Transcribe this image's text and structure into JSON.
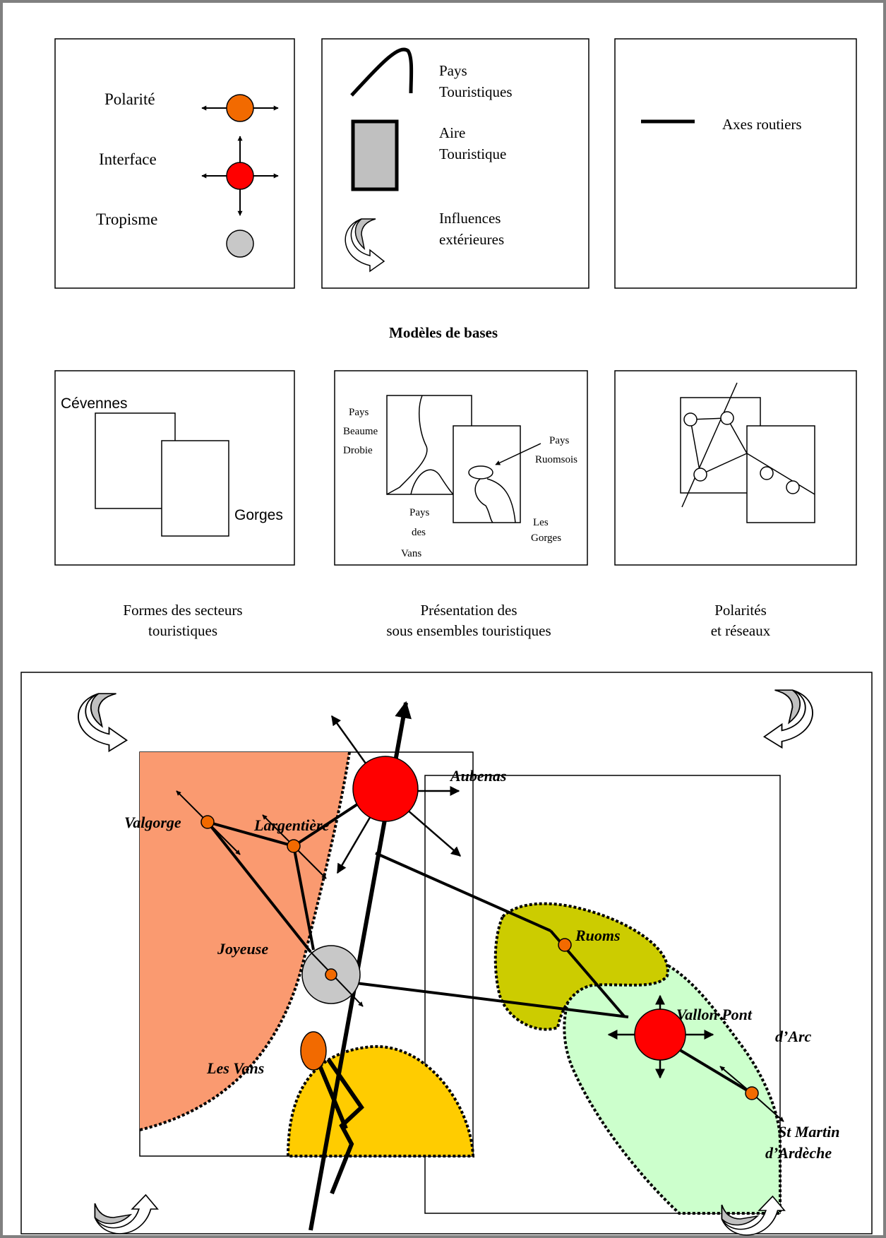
{
  "legend": {
    "polarite": "Polarité",
    "interface": "Interface",
    "tropisme": "Tropisme",
    "pays_touristiques": [
      "Pays",
      "Touristiques"
    ],
    "aire_touristique": [
      "Aire",
      "Touristique"
    ],
    "influences_exterieures": [
      "Influences",
      "extérieures"
    ],
    "axes_routiers": "Axes routiers"
  },
  "section_title": "Modèles de bases",
  "models": {
    "formes": {
      "labels": [
        "Cévennes",
        "Gorges"
      ],
      "caption": [
        "Formes des secteurs",
        "touristiques"
      ]
    },
    "presentation": {
      "labels": {
        "beaume": [
          "Pays",
          "Beaume",
          "Drobie"
        ],
        "ruomsois": [
          "Pays",
          "Ruomsois"
        ],
        "vans": [
          "Pays",
          "des",
          "Vans"
        ],
        "gorges": [
          "Les",
          "Gorges"
        ]
      },
      "caption": [
        "Présentation des",
        "sous ensembles touristiques"
      ]
    },
    "polarites": {
      "caption": [
        "Polarités",
        "et réseaux"
      ]
    }
  },
  "map": {
    "cities": {
      "aubenas": "Aubenas",
      "largentiere": "Largentière",
      "valgorge": "Valgorge",
      "joyeuse": "Joyeuse",
      "les_vans": "Les Vans",
      "ruoms": "Ruoms",
      "vallon": [
        "Vallon Pont",
        "d’Arc"
      ],
      "st_martin": [
        "St Martin",
        "d’Ardèche"
      ]
    }
  },
  "colors": {
    "polarite": "#f26a00",
    "interface": "#ff0000",
    "tropisme": "#c8c8c8",
    "cevennes_area": "#fa9a70",
    "vans_area": "#ffcc00",
    "ruoms_area": "#cccc00",
    "gorges_area": "#ccffcc"
  }
}
